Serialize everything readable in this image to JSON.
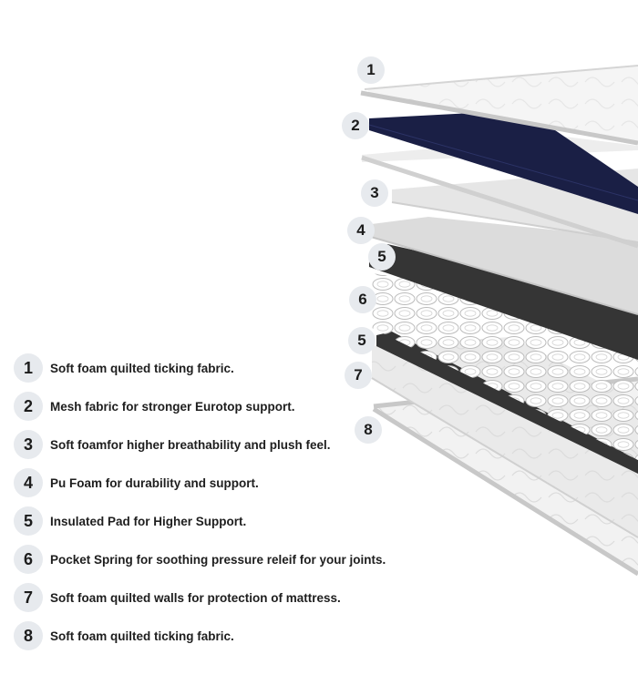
{
  "legend": [
    {
      "number": "1",
      "text": "Soft foam quilted ticking fabric."
    },
    {
      "number": "2",
      "text": "Mesh fabric for stronger Eurotop support."
    },
    {
      "number": "3",
      "text": "Soft foamfor higher breathability and plush feel."
    },
    {
      "number": "4",
      "text": "Pu Foam for durability and support."
    },
    {
      "number": "5",
      "text": "Insulated Pad for Higher Support."
    },
    {
      "number": "6",
      "text": "Pocket Spring for soothing pressure releif for your joints."
    },
    {
      "number": "7",
      "text": "Soft foam quilted walls for protection of mattress."
    },
    {
      "number": "8",
      "text": "Soft foam quilted ticking fabric."
    }
  ],
  "callouts": [
    "1",
    "2",
    "3",
    "4",
    "5",
    "6",
    "5",
    "7",
    "8"
  ],
  "colors": {
    "badge": "#e7eaee",
    "mesh": "#1a1f45",
    "felt": "#353535",
    "foam": "#e6e6e6",
    "fabric": "#f4f4f4"
  }
}
